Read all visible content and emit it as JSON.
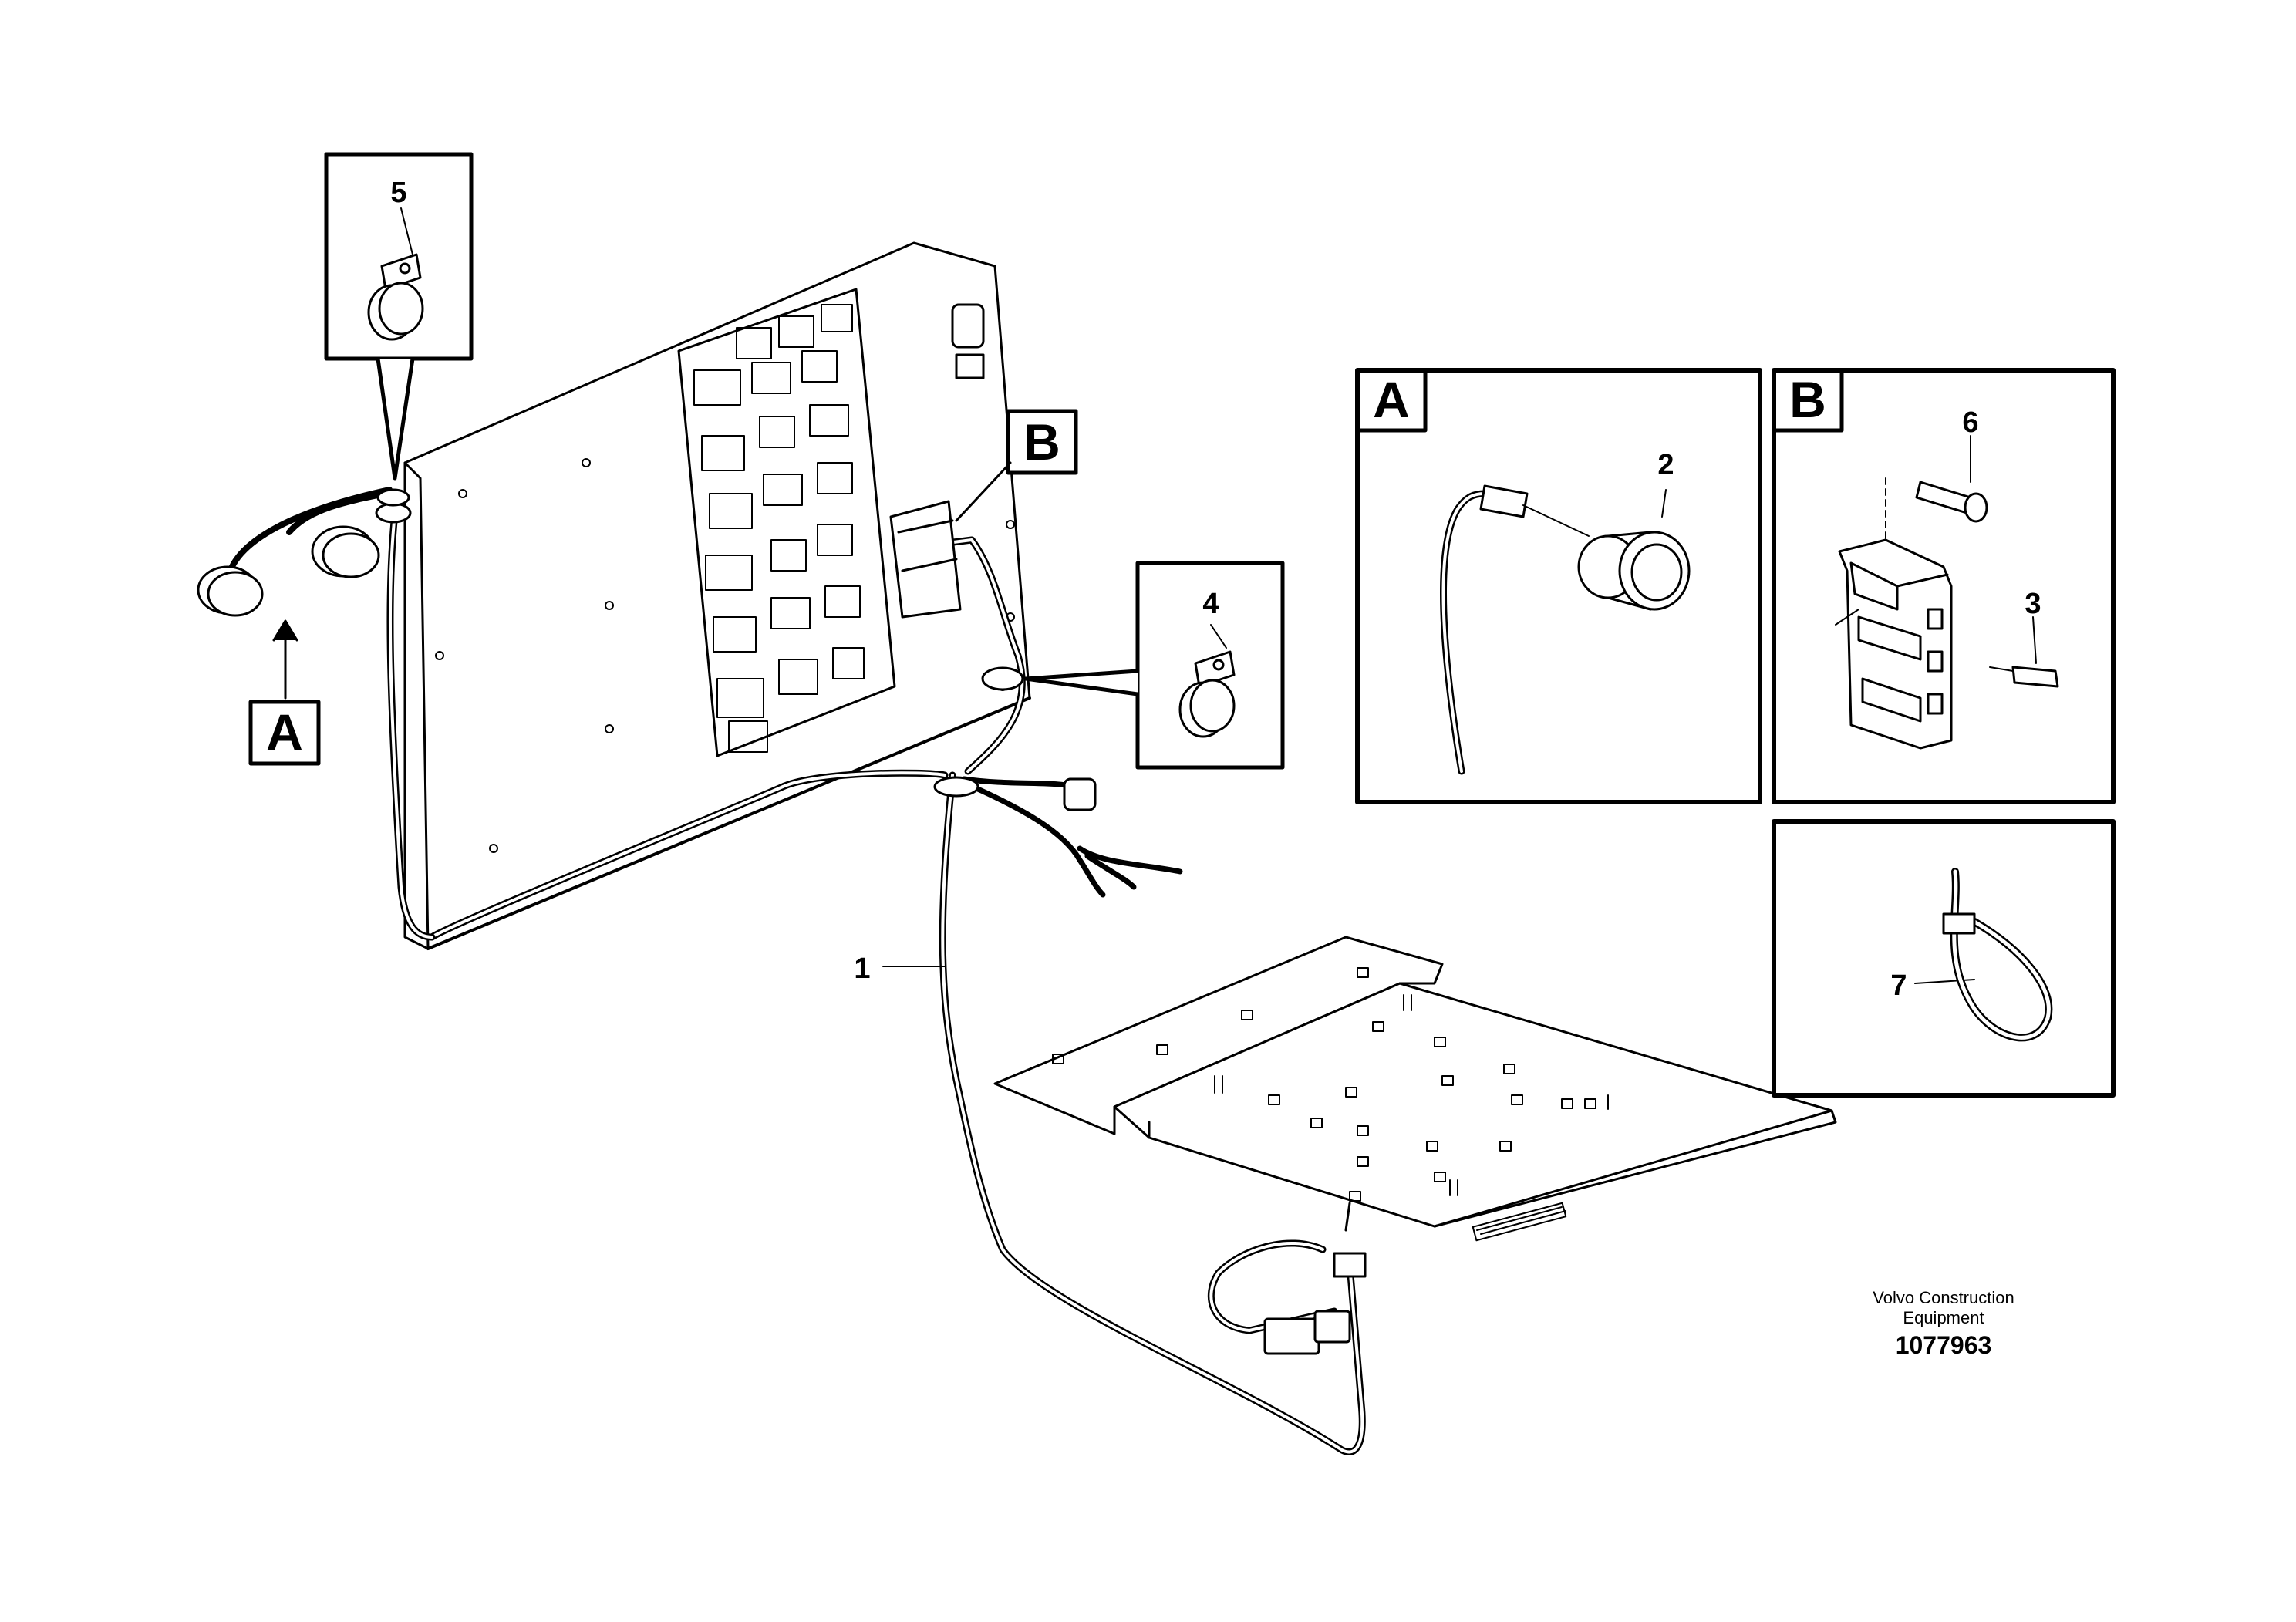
{
  "callouts": {
    "c1": "1",
    "c2": "2",
    "c3": "3",
    "c4": "4",
    "c5": "5",
    "c6": "6",
    "c7": "7"
  },
  "views": {
    "a": "A",
    "b": "B"
  },
  "credit": {
    "manufacturer": "Volvo Construction Equipment",
    "drawing_number": "1077963"
  }
}
